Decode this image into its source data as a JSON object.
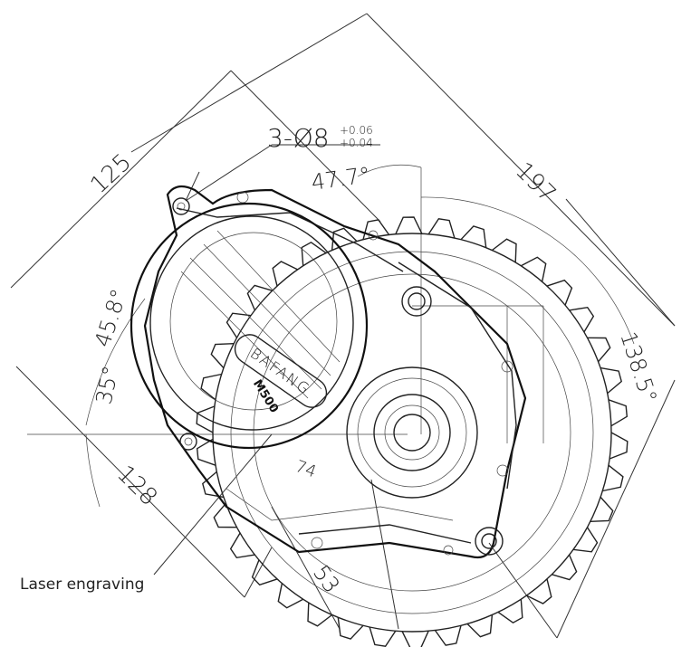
{
  "dimensions": {
    "hole_callout_main": "3-Ø8",
    "hole_tol_upper": "+0.06",
    "hole_tol_lower": "+0.04",
    "angle_top": "47.7°",
    "dim_125": "125",
    "dim_197": "197",
    "angle_45_8": "45.8°",
    "angle_35": "35°",
    "dim_138_5": "138.5°",
    "dim_128": "128",
    "dim_74": "74",
    "dim_53": "53"
  },
  "motor": {
    "model_label": "M500",
    "brand_label": "BAFANG"
  },
  "callout": {
    "laser_engraving": "Laser engraving"
  }
}
